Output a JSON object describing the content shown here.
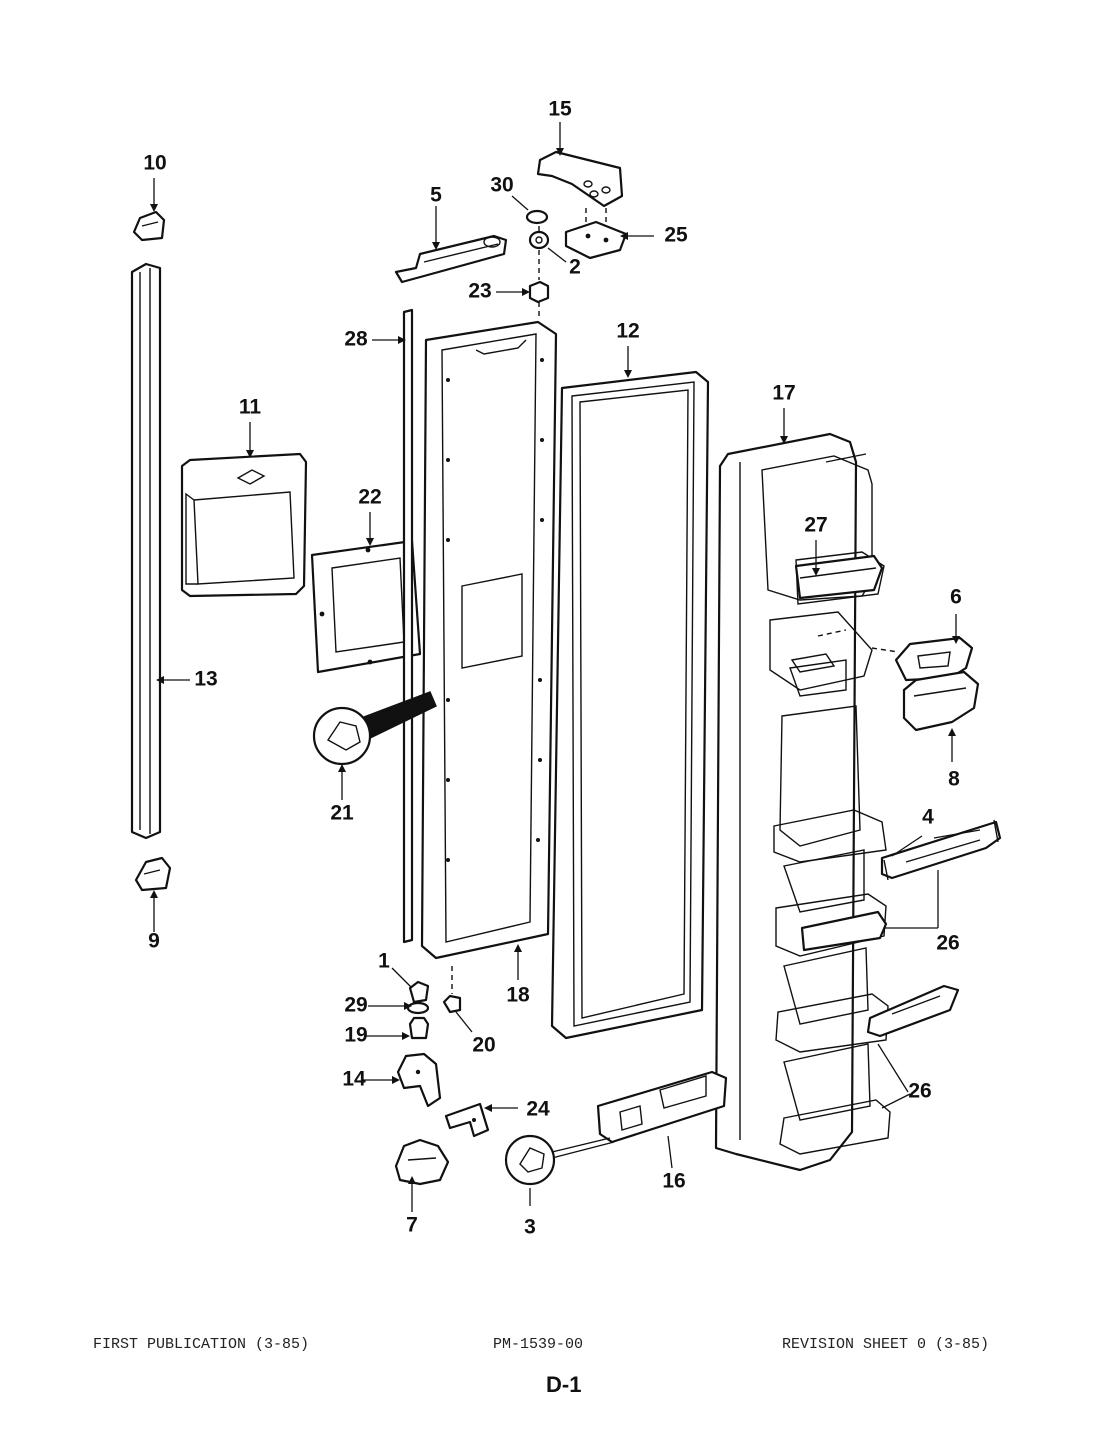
{
  "footer": {
    "first_publication": "FIRST PUBLICATION (3-85)",
    "part_number": "PM-1539-00",
    "revision": "REVISION SHEET 0 (3-85)"
  },
  "page_id": "D-1",
  "callouts": [
    "1",
    "2",
    "3",
    "4",
    "5",
    "6",
    "7",
    "8",
    "9",
    "10",
    "11",
    "12",
    "13",
    "14",
    "15",
    "16",
    "17",
    "18",
    "19",
    "20",
    "21",
    "22",
    "23",
    "24",
    "25",
    "26",
    "26",
    "27",
    "28",
    "29",
    "30"
  ]
}
